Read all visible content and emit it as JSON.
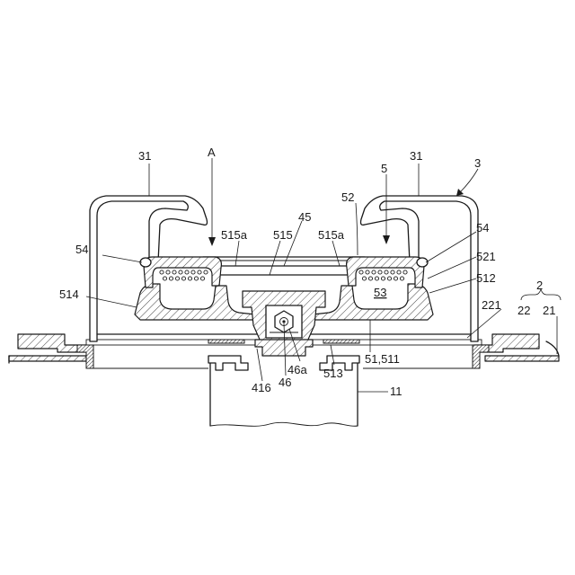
{
  "labels": {
    "l31_left": "31",
    "lA": "A",
    "l31_right": "31",
    "l3": "3",
    "l5": "5",
    "l52": "52",
    "l45": "45",
    "l515a_left": "515a",
    "l515": "515",
    "l515a_right": "515a",
    "l54_left": "54",
    "l54_right": "54",
    "l521": "521",
    "l512": "512",
    "l514": "514",
    "l53": "53",
    "l2": "2",
    "l22": "22",
    "l21": "21",
    "l221": "221",
    "l51_511": "51,511",
    "l416": "416",
    "l46": "46",
    "l46a": "46a",
    "l513": "513",
    "l11": "11"
  }
}
